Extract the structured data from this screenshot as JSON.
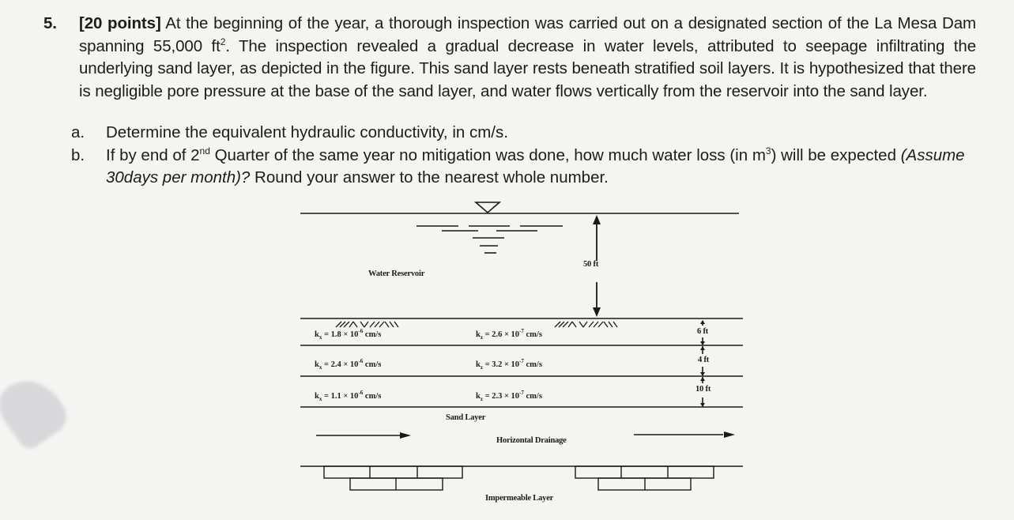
{
  "question": {
    "number": "5.",
    "points": "[20 points]",
    "body_text": " At the beginning of the year, a thorough inspection was carried out on a designated section of the La Mesa Dam spanning 55,000 ft",
    "area_exponent": "2",
    "body_text_2": ". The inspection revealed a gradual decrease in water levels, attributed to seepage infiltrating the underlying sand layer, as depicted in the figure. This sand layer rests beneath stratified soil layers. It is hypothesized that there is negligible pore pressure at the base of the sand layer, and water flows vertically from the reservoir into the sand layer."
  },
  "subparts": [
    {
      "letter": "a.",
      "text": "Determine the equivalent hydraulic conductivity, in cm/s."
    },
    {
      "letter": "b.",
      "text_1": "If by end of 2",
      "ordinal_sup": "nd",
      "text_2": " Quarter of the same year no mitigation was done, how much water loss (in m",
      "unit_sup": "3",
      "text_3": ") will be expected ",
      "italic": "(Assume 30days per month)?",
      "text_4": " Round your answer to the nearest whole number."
    }
  ],
  "figure": {
    "reservoir_label": "Water Reservoir",
    "water_depth_label": "50 ft",
    "sand_label": "Sand Layer",
    "drainage_label": "Horizontal Drainage",
    "impermeable_label": "Impermeable Layer",
    "layers": [
      {
        "thickness": "6 ft",
        "kx_coeff": "1.8",
        "kx_exp": "-6",
        "kz_coeff": "2.6",
        "kz_exp": "-7",
        "unit": "cm/s"
      },
      {
        "thickness": "4 ft",
        "kx_coeff": "2.4",
        "kx_exp": "-6",
        "kz_coeff": "3.2",
        "kz_exp": "-7",
        "unit": "cm/s"
      },
      {
        "thickness": "10 ft",
        "kx_coeff": "1.1",
        "kx_exp": "-6",
        "kz_coeff": "2.3",
        "kz_exp": "-7",
        "unit": "cm/s"
      }
    ],
    "k_symbol": "k",
    "kx_sub": "x",
    "kz_sub": "z",
    "equals": " = ",
    "times_ten": " × 10"
  }
}
